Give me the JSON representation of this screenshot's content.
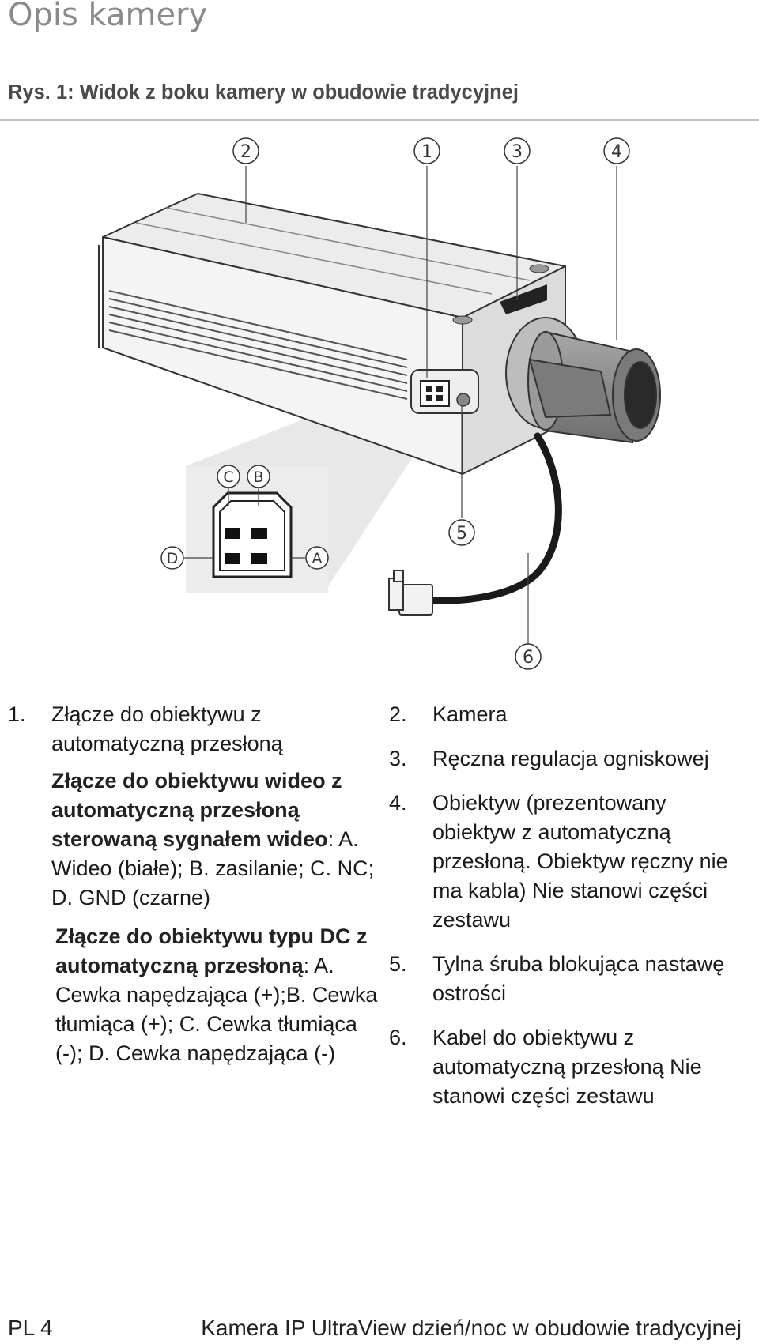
{
  "section_title": "Opis kamery",
  "figure": {
    "caption": "Rys. 1: Widok z boku kamery w obudowie tradycyjnej",
    "callouts": [
      "1",
      "2",
      "3",
      "4",
      "5",
      "6"
    ],
    "pin_labels": [
      "A",
      "B",
      "C",
      "D"
    ]
  },
  "left_list": [
    {
      "num": "1.",
      "text": "Złącze do obiektywu z automatyczną przesłoną",
      "sub1_bold": "Złącze do obiektywu wideo z automatyczną przesłoną sterowaną sygnałem wideo",
      "sub1_text": ": A. Wideo (białe); B. zasilanie; C. NC; D. GND (czarne)",
      "sub2_bold": "Złącze do obiektywu typu DC z automatyczną przesłoną",
      "sub2_text": ": A. Cewka napędzająca (+);B. Cewka tłumiąca (+); C. Cewka tłumiąca (-); D. Cewka napędzająca (-)"
    }
  ],
  "right_list": [
    {
      "num": "2.",
      "text": "Kamera"
    },
    {
      "num": "3.",
      "text": "Ręczna regulacja ogniskowej"
    },
    {
      "num": "4.",
      "text": "Obiektyw (prezentowany obiektyw z automatyczną przesłoną. Obiektyw ręczny nie ma kabla) Nie stanowi części zestawu"
    },
    {
      "num": "5.",
      "text": "Tylna śruba blokująca nastawę ostrości"
    },
    {
      "num": "6.",
      "text": "Kabel do obiektywu z automatyczną przesłoną Nie stanowi części zestawu"
    }
  ],
  "footer": {
    "page": "PL 4",
    "title": "Kamera IP UltraView dzień/noc w obudowie tradycyjnej"
  }
}
